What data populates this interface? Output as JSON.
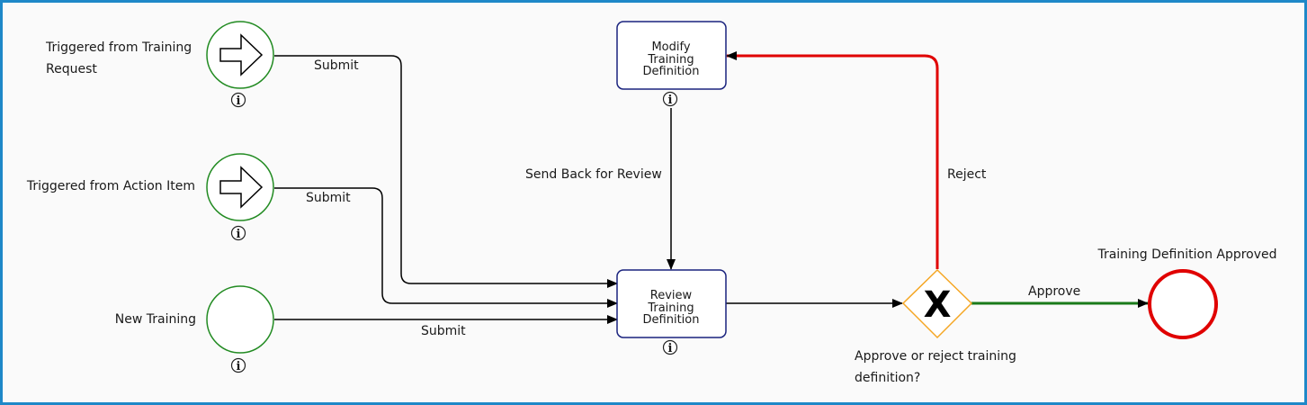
{
  "colors": {
    "frame_border": "#1e88c8",
    "background": "#fafafa",
    "start_event_stroke": "#228b22",
    "end_event_stroke": "#e00000",
    "task_stroke": "#1a237e",
    "gateway_stroke": "#f5a623",
    "reject_flow": "#e00000",
    "approve_flow": "#1a7a1a",
    "default_flow": "#000000"
  },
  "start_events": [
    {
      "label_lines": [
        "Triggered from Training",
        "Request"
      ],
      "icon": "arrow-right-icon"
    },
    {
      "label_lines": [
        "Triggered from Action Item"
      ],
      "icon": "arrow-right-icon"
    },
    {
      "label_lines": [
        "New Training"
      ],
      "icon": null
    }
  ],
  "tasks": {
    "modify": {
      "lines": [
        "Modify",
        "Training",
        "Definition"
      ]
    },
    "review": {
      "lines": [
        "Review",
        "Training",
        "Definition"
      ]
    }
  },
  "gateway": {
    "marker": "X",
    "label_lines": [
      "Approve or reject training",
      "definition?"
    ]
  },
  "end_event": {
    "label": "Training Definition Approved"
  },
  "flow_labels": {
    "submit_1": "Submit",
    "submit_2": "Submit",
    "submit_3": "Submit",
    "send_back": "Send Back for Review",
    "reject": "Reject",
    "approve": "Approve"
  },
  "info_glyph": "i"
}
